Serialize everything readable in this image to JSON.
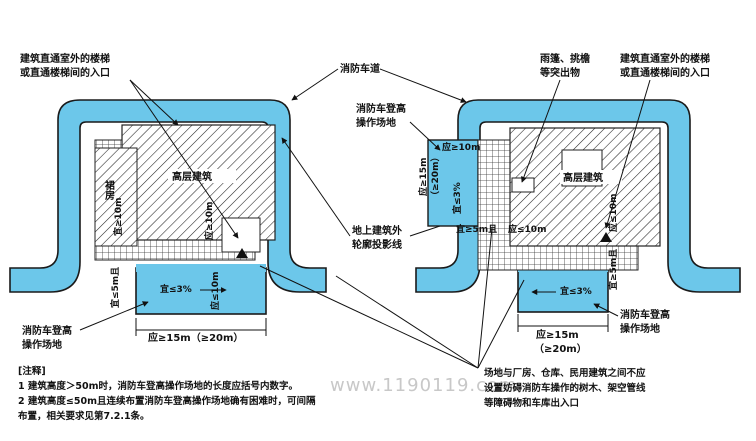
{
  "labels": {
    "left_entrance": [
      "建筑直通室外的楼梯",
      "或直通楼梯间的入口"
    ],
    "fire_road": "消防车道",
    "canopy": [
      "雨篷、挑檐",
      "等突出物"
    ],
    "right_entrance": [
      "建筑直通室外的楼梯",
      "或直通楼梯间的入口"
    ],
    "right_platform": [
      "消防车登高",
      "操作场地"
    ],
    "podium": "裙房",
    "high_rise_left": "高层建筑",
    "high_rise_right": "高层建筑",
    "ground_projection": [
      "地上建筑外",
      "轮廓投影线"
    ],
    "left_bottom_platform": [
      "消防车登高",
      "操作场地"
    ],
    "right_bottom_platform": [
      "消防车登高",
      "操作场地"
    ],
    "site_note": [
      "场地与厂房、仓库、民用建筑之间不应",
      "设置妨碍消防车操作的树木、架空管线",
      "等障碍物和车库出入口"
    ]
  },
  "dims": {
    "left_should_gt15": "应≥15m（≥20m）",
    "left_slope": "宜≤3%",
    "left_should_lt5": "宜≤5m且",
    "left_10m": "应≥10m",
    "left_should_lt10": "应≤10m",
    "left_side_10m": "宜≥10m",
    "right_should_gt15": "应≥15m",
    "right_20m": "（≥20m）",
    "right_10m": "应≥10m",
    "right_15m": "应≥15m",
    "right_20m_v": "（≥20m）",
    "right_slope_v": "宜≤3%",
    "right_5m": "宜≥5m且",
    "right_10m_h": "应≤10m",
    "right_slope": "宜≤3%",
    "right_side_10m": "应≤10m",
    "right_5m_v": "宜≥5m且"
  },
  "notes": {
    "title": "[注释]",
    "items": [
      "1  建筑高度＞50m时，消防车登高操作场地的长度应括号内数字。",
      "2  建筑高度≤50m且连续布置消防车登高操作场地确有困难时，可间隔",
      "   布置，相关要求见第7.2.1条。"
    ]
  },
  "watermark": "www.1190119.com",
  "colors": {
    "road": "#6cc7ea",
    "outline": "#1a1a1a",
    "grid": "#333333"
  }
}
